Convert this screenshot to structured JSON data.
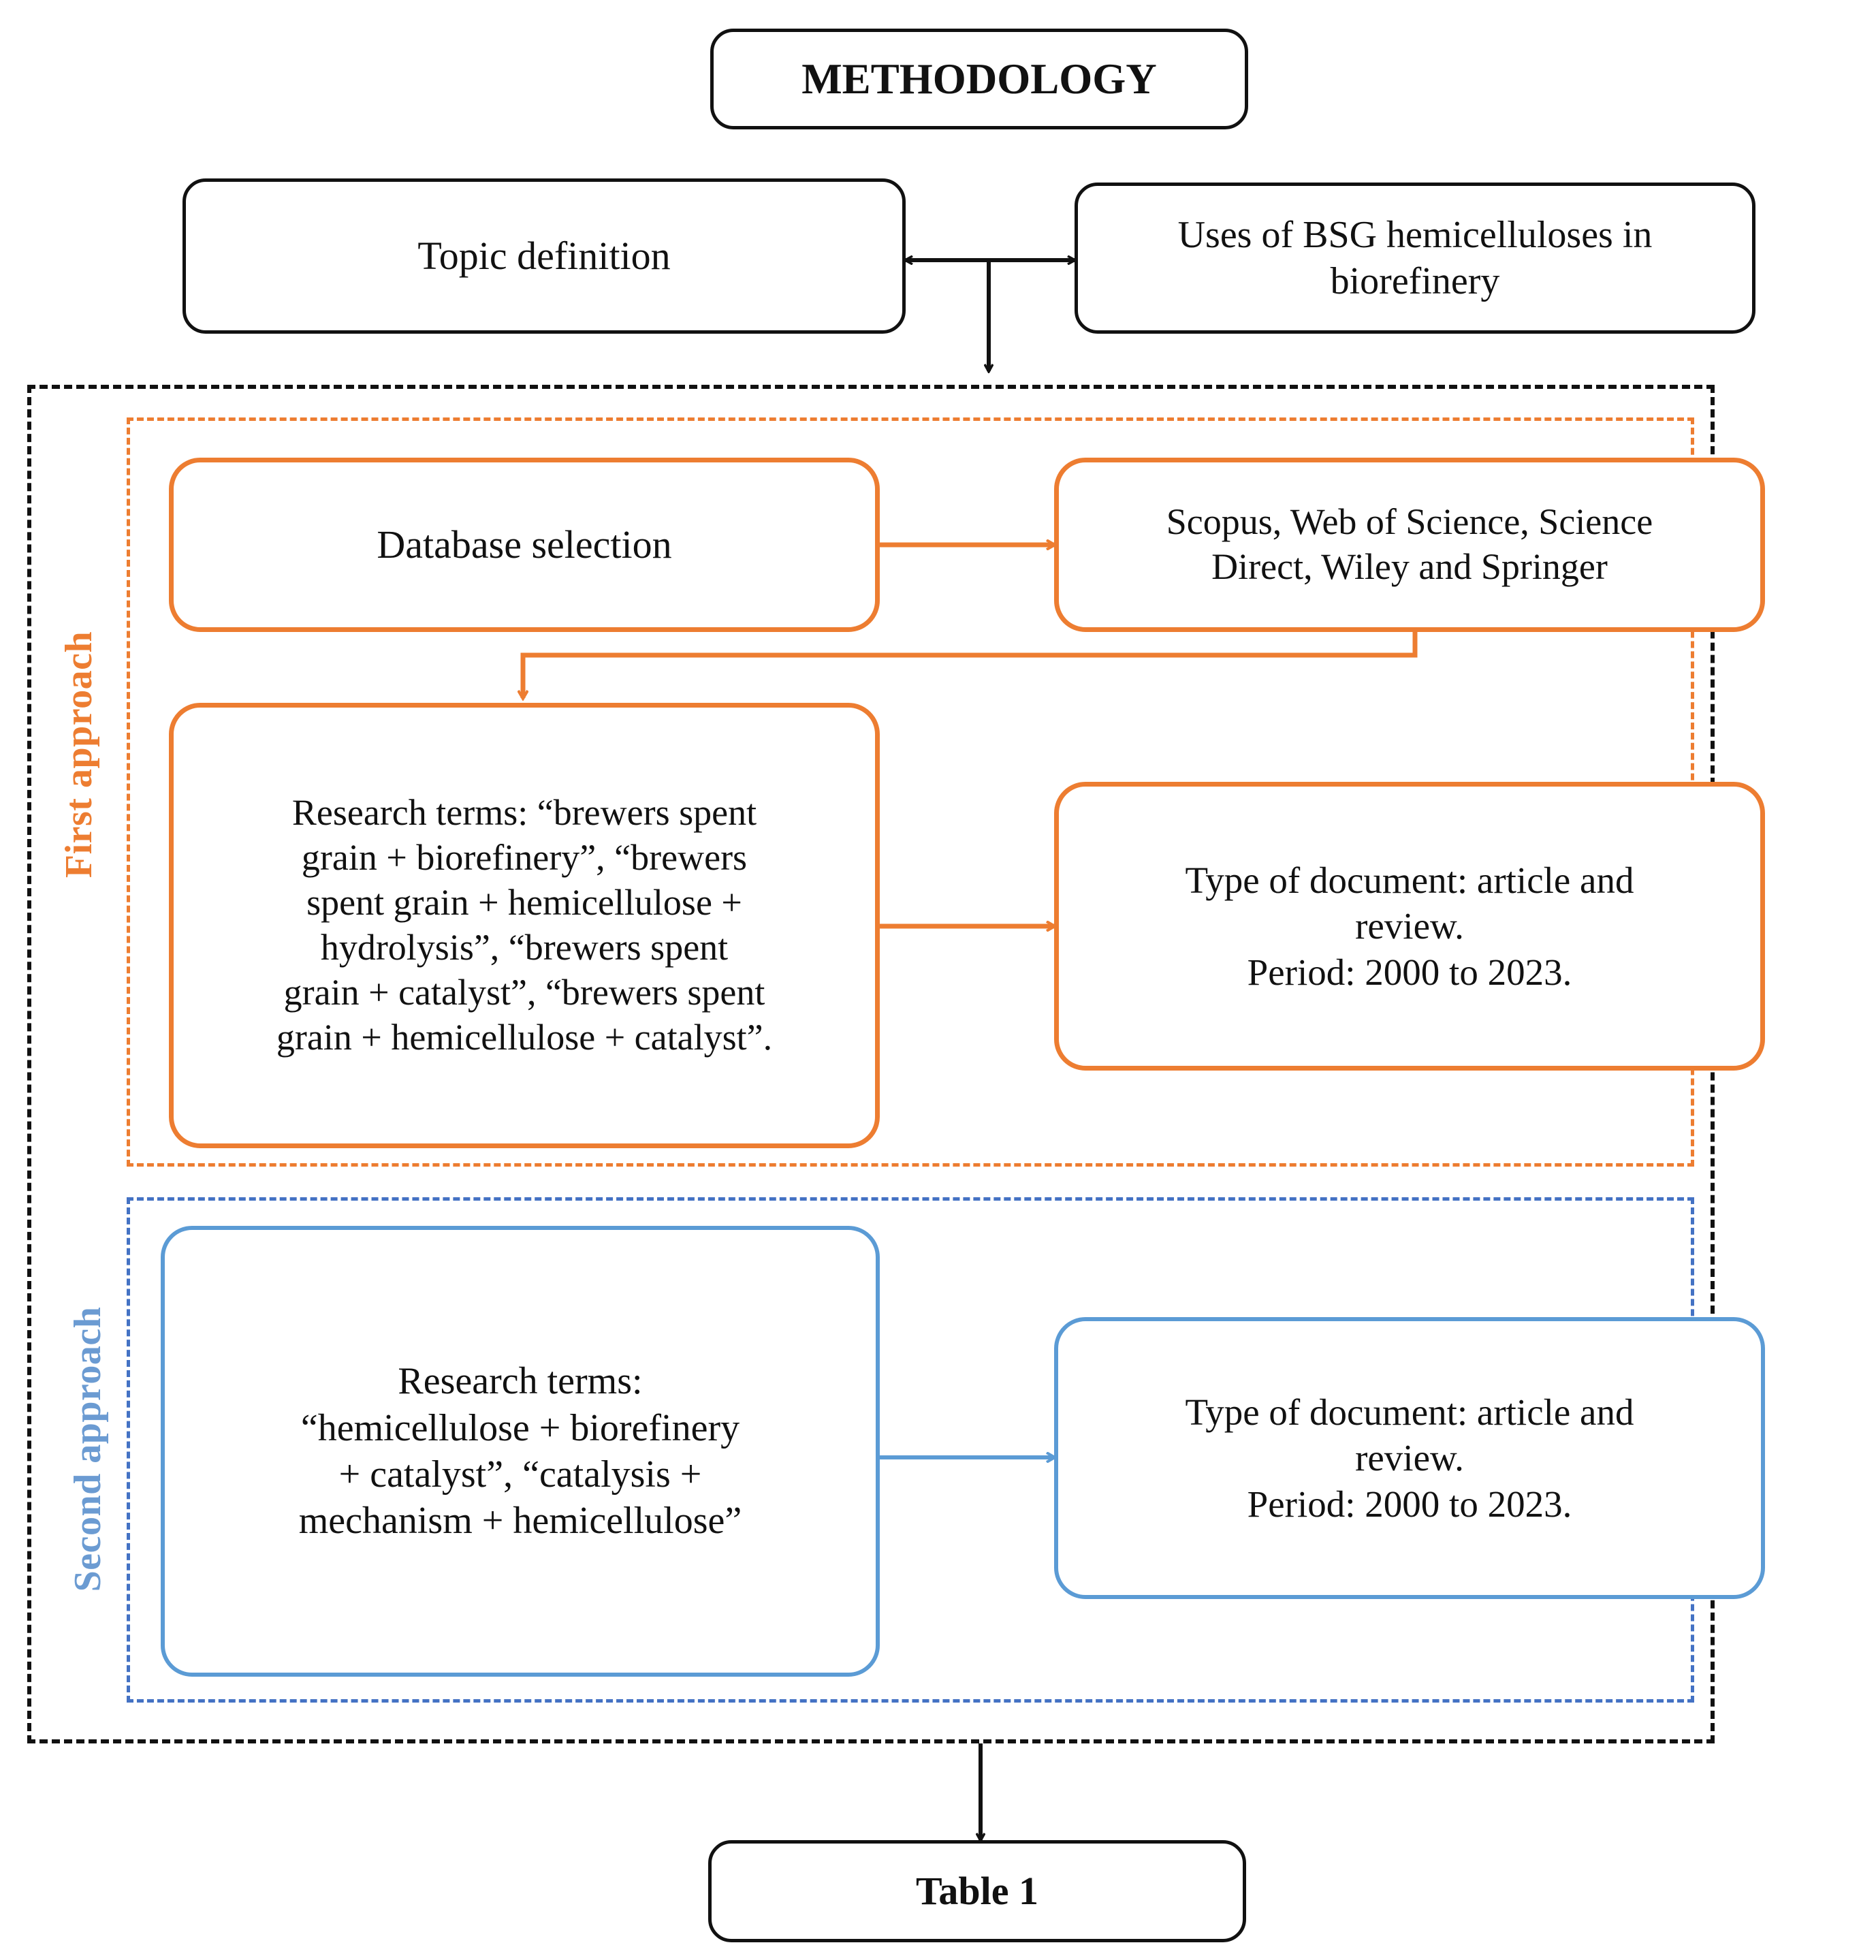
{
  "diagram": {
    "title_box": {
      "label": "METHODOLOGY"
    },
    "row_topic": {
      "left_box": {
        "label": "Topic definition"
      },
      "right_box": {
        "label": "Uses of BSG hemicelluloses in\nbiorefinery"
      }
    },
    "approaches": [
      {
        "side_label": "First approach",
        "accent": "#ED7D31",
        "boxes": [
          {
            "name": "database-selection",
            "label": "Database selection"
          },
          {
            "name": "databases-list",
            "label": "Scopus, Web of Science, Science\nDirect, Wiley and Springer"
          },
          {
            "name": "research-terms-first",
            "label": "Research terms: “brewers spent\ngrain + biorefinery”, “brewers\nspent grain + hemicellulose +\nhydrolysis”, “brewers spent\ngrain + catalyst”, “brewers spent\ngrain + hemicellulose + catalyst”."
          },
          {
            "name": "document-type-first",
            "label": "Type of document: article and\nreview.\nPeriod: 2000 to 2023."
          }
        ]
      },
      {
        "side_label": "Second approach",
        "accent": "#5B9BD5",
        "boxes": [
          {
            "name": "research-terms-second",
            "label": "Research terms:\n“hemicellulose + biorefinery\n+ catalyst”, “catalysis +\nmechanism + hemicellulose”"
          },
          {
            "name": "document-type-second",
            "label": "Type of document: article and\nreview.\nPeriod: 2000 to 2023."
          }
        ]
      }
    ],
    "output_box": {
      "label": "Table 1"
    },
    "colors": {
      "orange": "#ED7D31",
      "blue": "#5B9BD5",
      "blue_dashed": "#4472C4",
      "black": "#111111",
      "background": "#FFFFFF"
    },
    "connectors": [
      {
        "name": "topic-to-uses-bidirectional",
        "color": "#111111",
        "style": "solid",
        "arrows": "both"
      },
      {
        "name": "topic-row-down-to-container",
        "color": "#111111",
        "style": "solid",
        "arrows": "end"
      },
      {
        "name": "database-selection-to-databases-list",
        "color": "#ED7D31",
        "style": "solid",
        "arrows": "end"
      },
      {
        "name": "databases-list-to-research-terms-first",
        "color": "#ED7D31",
        "style": "elbow",
        "arrows": "end"
      },
      {
        "name": "research-terms-first-to-document-type-first",
        "color": "#ED7D31",
        "style": "solid",
        "arrows": "end"
      },
      {
        "name": "research-terms-second-to-document-type-second",
        "color": "#5B9BD5",
        "style": "solid",
        "arrows": "end"
      },
      {
        "name": "container-to-table1",
        "color": "#111111",
        "style": "solid",
        "arrows": "end"
      }
    ]
  }
}
